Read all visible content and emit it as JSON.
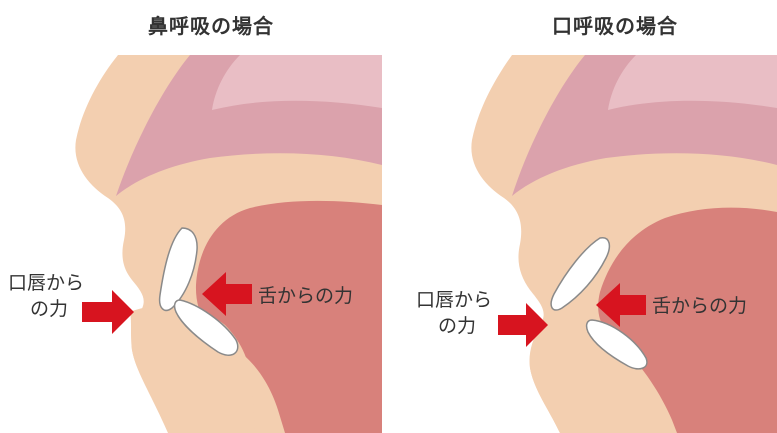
{
  "panels": {
    "nasal": {
      "title": "鼻呼吸の場合",
      "lip_label_line1": "口唇から",
      "lip_label_line2": "の力",
      "tongue_label": "舌からの力"
    },
    "oral": {
      "title": "口呼吸の場合",
      "lip_label_line1": "口唇から",
      "lip_label_line2": "の力",
      "tongue_label": "舌からの力"
    }
  },
  "colors": {
    "skin": "#f3cfb0",
    "palate": "#dba2ac",
    "palate_light": "#ecc6cc",
    "tongue": "#d8817b",
    "arrow": "#d7141f",
    "tooth": "#ffffff",
    "tooth_outline": "#8a8a8a",
    "text": "#333333"
  }
}
